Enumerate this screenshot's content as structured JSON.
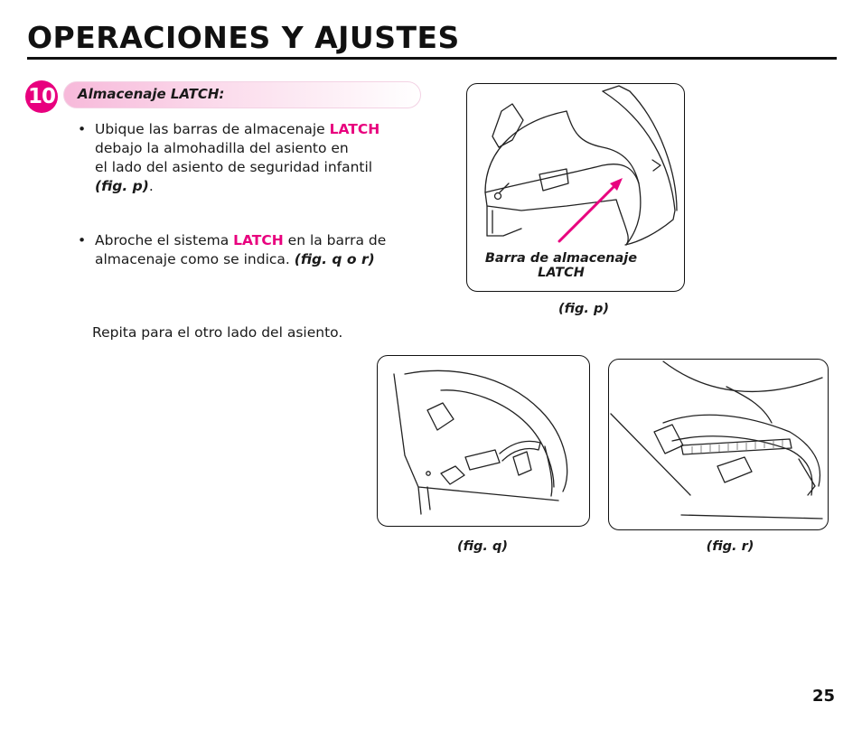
{
  "page": {
    "title": "OPERACIONES Y AJUSTES",
    "page_number": "25"
  },
  "section": {
    "step_number": "10",
    "heading": "Almacenaje LATCH:"
  },
  "instructions": {
    "bullet_symbol": "•",
    "item1": {
      "pre": "Ubique las barras de almacenaje ",
      "latch": "LATCH",
      "line2": "debajo la almohadilla del asiento en",
      "line3": "el lado del asiento de seguridad infantil",
      "figref": "(fig. p)",
      "end": "."
    },
    "item2": {
      "pre": "Abroche el sistema ",
      "latch": "LATCH",
      "post": " en la barra de",
      "line2": "almacenaje como se indica. ",
      "figref": "(fig. q o r)"
    },
    "note": "Repita para el otro lado del asiento."
  },
  "figures": {
    "fig_p": {
      "callout_line1": "Barra de almacenaje",
      "callout_line2": "LATCH",
      "caption": "(fig. p)"
    },
    "fig_q": {
      "caption": "(fig. q)"
    },
    "fig_r": {
      "caption": "(fig. r)"
    }
  },
  "colors": {
    "accent": "#e8007e",
    "section_bar": "#f7b9da",
    "text": "#1a1a1a"
  }
}
